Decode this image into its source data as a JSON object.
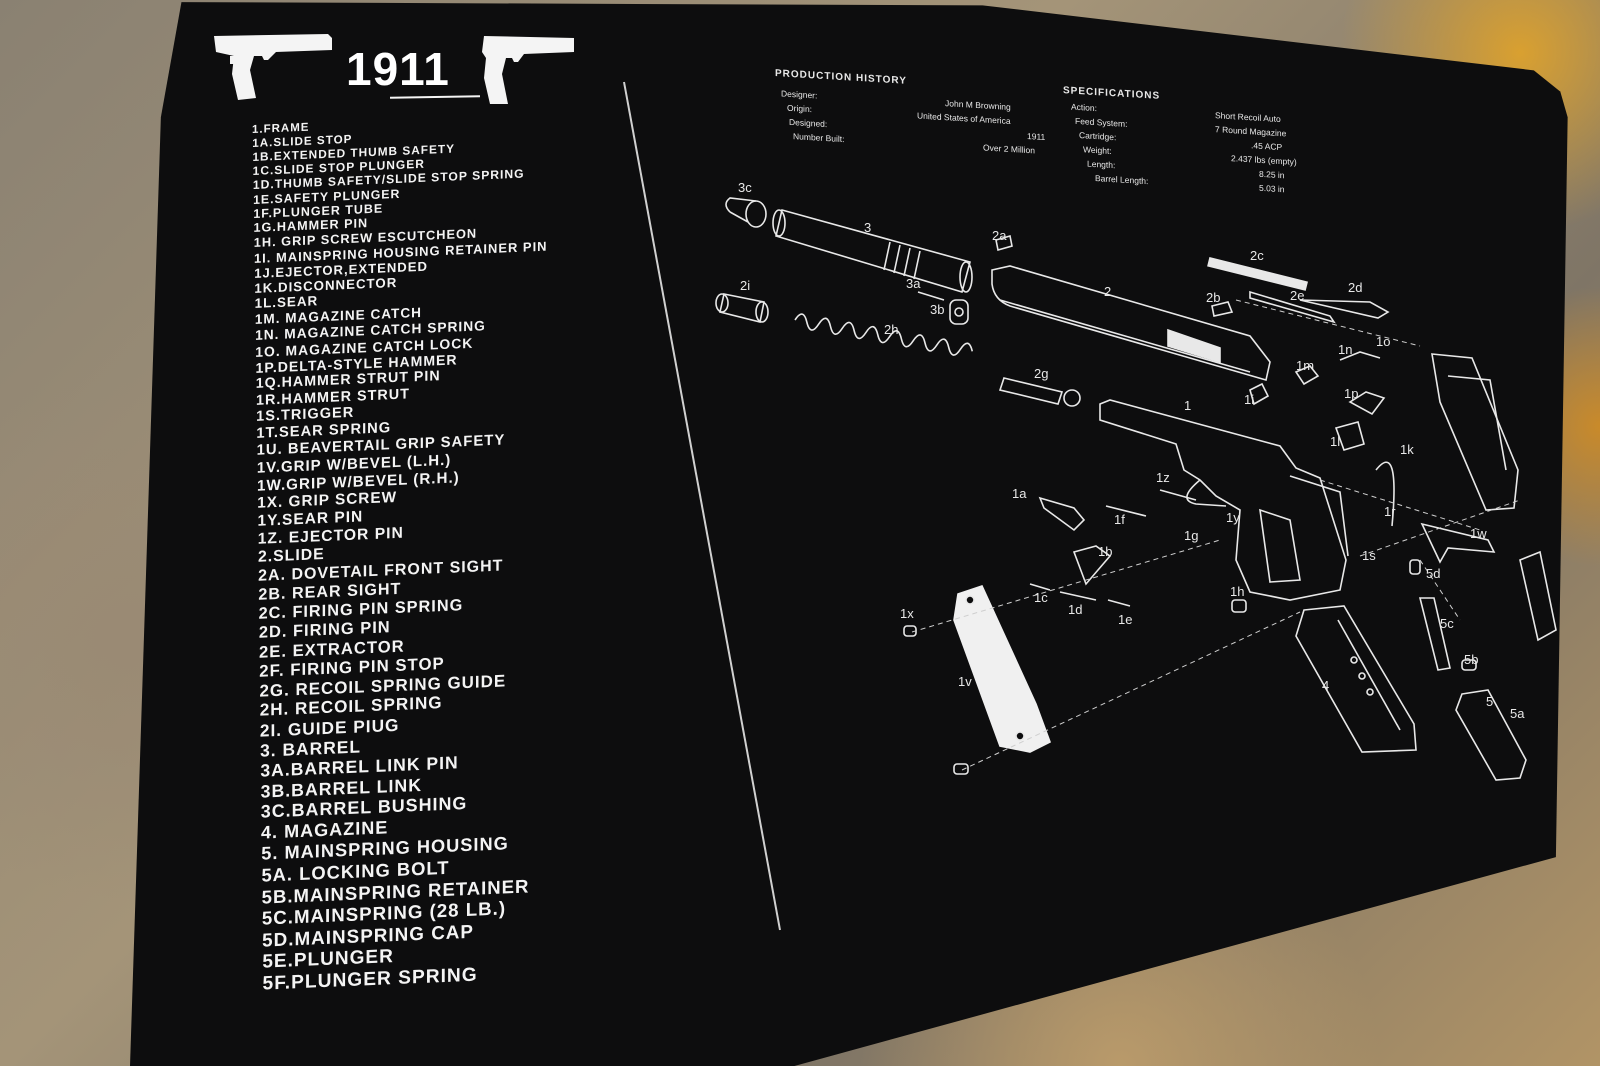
{
  "title": "1911",
  "production_history": {
    "heading": "PRODUCTION HISTORY",
    "rows": [
      {
        "key": "Designer:",
        "value": "John M Browning"
      },
      {
        "key": "Origin:",
        "value": "United States of America"
      },
      {
        "key": "Designed:",
        "value": "1911"
      },
      {
        "key": "Number Built:",
        "value": "Over 2 Million"
      }
    ]
  },
  "specifications": {
    "heading": "SPECIFICATIONS",
    "rows": [
      {
        "key": "Action:",
        "value": "Short Recoil Auto"
      },
      {
        "key": "Feed System:",
        "value": "7 Round Magazine"
      },
      {
        "key": "Cartridge:",
        "value": ".45 ACP"
      },
      {
        "key": "Weight:",
        "value": "2.437 lbs (empty)"
      },
      {
        "key": "Length:",
        "value": "8.25 in"
      },
      {
        "key": "Barrel Length:",
        "value": "5.03 in"
      }
    ]
  },
  "parts": [
    "1.FRAME",
    "1A.SLIDE STOP",
    "1B.EXTENDED THUMB SAFETY",
    "1C.SLIDE STOP PLUNGER",
    "1D.THUMB SAFETY/SLIDE STOP SPRING",
    "1E.SAFETY PLUNGER",
    "1F.PLUNGER TUBE",
    "1G.HAMMER PIN",
    "1H. GRIP SCREW ESCUTCHEON",
    "1I. MAINSPRING HOUSING RETAINER PIN",
    "1J.EJECTOR,EXTENDED",
    "1K.DISCONNECTOR",
    "1L.SEAR",
    "1M. MAGAZINE CATCH",
    "1N. MAGAZINE CATCH SPRING",
    "1O. MAGAZINE CATCH LOCK",
    "1P.DELTA-STYLE HAMMER",
    "1Q.HAMMER STRUT PIN",
    "1R.HAMMER STRUT",
    "1S.TRIGGER",
    "1T.SEAR SPRING",
    "1U. BEAVERTAIL GRIP SAFETY",
    "1V.GRIP W/BEVEL (L.H.)",
    "1W.GRIP W/BEVEL (R.H.)",
    "1X. GRIP SCREW",
    "1Y.SEAR PIN",
    "1Z. EJECTOR PIN",
    "2.SLIDE",
    "2A. DOVETAIL FRONT SIGHT",
    "2B. REAR SIGHT",
    "2C. FIRING PIN SPRING",
    "2D. FIRING PIN",
    "2E. EXTRACTOR",
    "2F. FIRING PIN STOP",
    "2G. RECOIL SPRING GUIDE",
    "2H. RECOIL SPRING",
    "2I. GUIDE PIUG",
    "3. BARREL",
    "3A.BARREL LINK PIN",
    "3B.BARREL LINK",
    "3C.BARREL BUSHING",
    "4. MAGAZINE",
    "5. MAINSPRING HOUSING",
    "5A. LOCKING BOLT",
    "5B.MAINSPRING RETAINER",
    "5C.MAINSPRING (28 LB.)",
    "5D.MAINSPRING CAP",
    "5E.PLUNGER",
    "5F.PLUNGER SPRING"
  ],
  "diagram_labels": {
    "l3c": "3c",
    "l3": "3",
    "l2i": "2i",
    "l2h": "2h",
    "l3a": "3a",
    "l3b": "3b",
    "l2a": "2a",
    "l2": "2",
    "l2c": "2c",
    "l2b": "2b",
    "l2e": "2e",
    "l2d": "2d",
    "l2g": "2g",
    "l1m": "1m",
    "l1n": "1n",
    "l1o": "1o",
    "l1": "1",
    "l1i": "1i",
    "l1a": "1a",
    "l1z": "1z",
    "l1f": "1f",
    "l1g": "1g",
    "l1y": "1y",
    "l1b": "1b",
    "l1c": "1c",
    "l1d": "1d",
    "l1e": "1e",
    "l1h": "1h",
    "l1x": "1x",
    "l1v": "1v",
    "l1r": "1r",
    "l1s": "1s",
    "l5": "5",
    "l5a": "5a",
    "l5b": "5b",
    "l5c": "5c",
    "l5d": "5d",
    "l4": "4",
    "l1k": "1k",
    "l1p": "1p",
    "l1l": "1l",
    "l1w": "1w"
  },
  "colors": {
    "mat": "#0d0d0e",
    "print": "#f4f4f4"
  }
}
